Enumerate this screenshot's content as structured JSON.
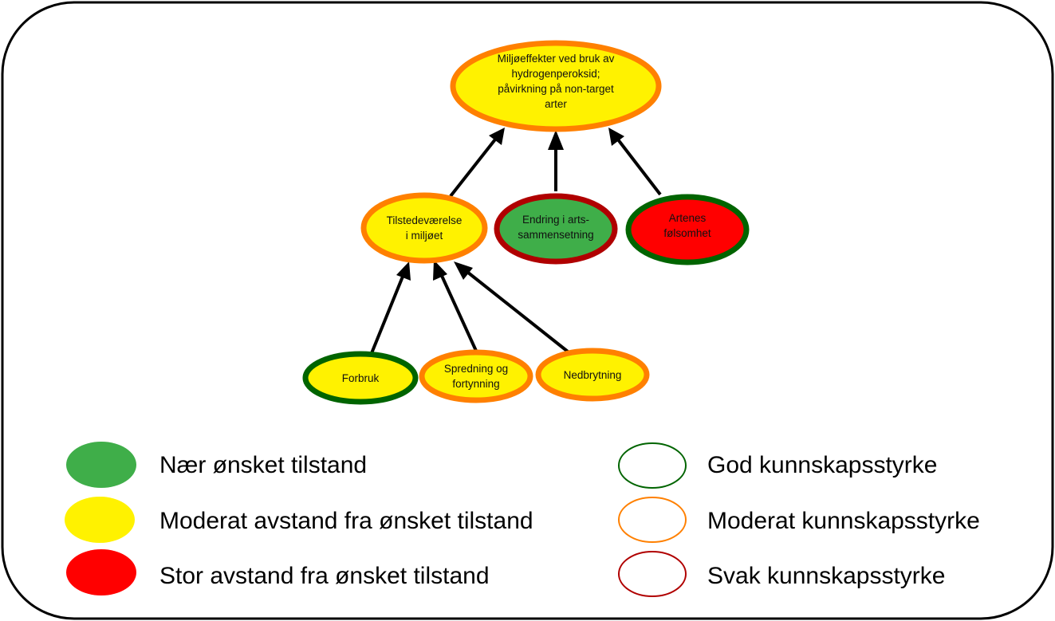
{
  "colors": {
    "green_fill": "#3fae49",
    "yellow_fill": "#fff200",
    "red_fill": "#ff0000",
    "green_stroke": "#006400",
    "orange_stroke": "#ff8000",
    "red_stroke": "#b00000"
  },
  "nodes": {
    "root": {
      "lines": [
        "Miljøeffekter ved bruk av",
        "hydrogenperoksid;",
        "påvirkning på non-target",
        "arter"
      ]
    },
    "tilstede": {
      "lines": [
        "Tilstedeværelse",
        "i miljøet"
      ]
    },
    "endring": {
      "lines": [
        "Endring i arts-",
        "sammensetning"
      ]
    },
    "artenes": {
      "lines": [
        "Artenes",
        "følsomhet"
      ]
    },
    "forbruk": {
      "lines": [
        "Forbruk"
      ]
    },
    "spredning": {
      "lines": [
        "Spredning og",
        "fortynning"
      ]
    },
    "nedbrytning": {
      "lines": [
        "Nedbrytning"
      ]
    }
  },
  "legend": {
    "state": [
      "Nær ønsket tilstand",
      "Moderat avstand fra ønsket tilstand",
      "Stor avstand fra ønsket tilstand"
    ],
    "knowledge": [
      "God kunnskapsstyrke",
      "Moderat kunnskapsstyrke",
      "Svak kunnskapsstyrke"
    ]
  }
}
